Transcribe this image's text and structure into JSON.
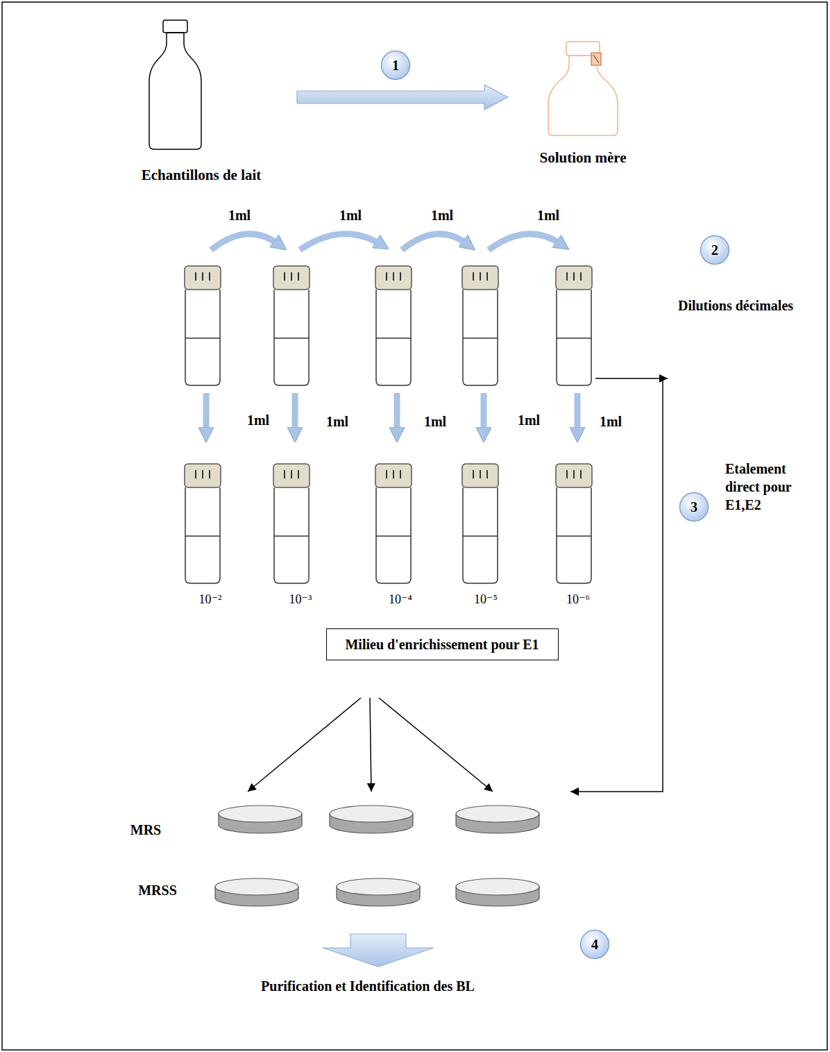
{
  "diagram": {
    "nodes": [
      {
        "text": [
          "Echantillons de lait"
        ]
      },
      {
        "text": [
          "Solution mère"
        ]
      },
      {
        "text": [
          "1"
        ]
      },
      {
        "text": [
          "2"
        ]
      },
      {
        "text": [
          "3"
        ]
      },
      {
        "text": [
          "4"
        ]
      },
      {
        "text": [
          "Milieu d'enrichissement pour E1"
        ]
      }
    ],
    "edges": [
      {
        "from": 0,
        "to": 1,
        "arrow": "to"
      }
    ],
    "labels": [
      "1ml",
      "1ml",
      "1ml",
      "1ml",
      "1ml",
      "1ml",
      "1ml",
      "1ml",
      "1ml",
      "Dilutions décimales",
      "10⁻²",
      "10⁻³",
      "10⁻⁴",
      "10⁻⁵",
      "10⁻⁶",
      "Etalement direct pour E1,E2",
      "MRS",
      "MRSS",
      "Purification et Identification des BL"
    ]
  }
}
